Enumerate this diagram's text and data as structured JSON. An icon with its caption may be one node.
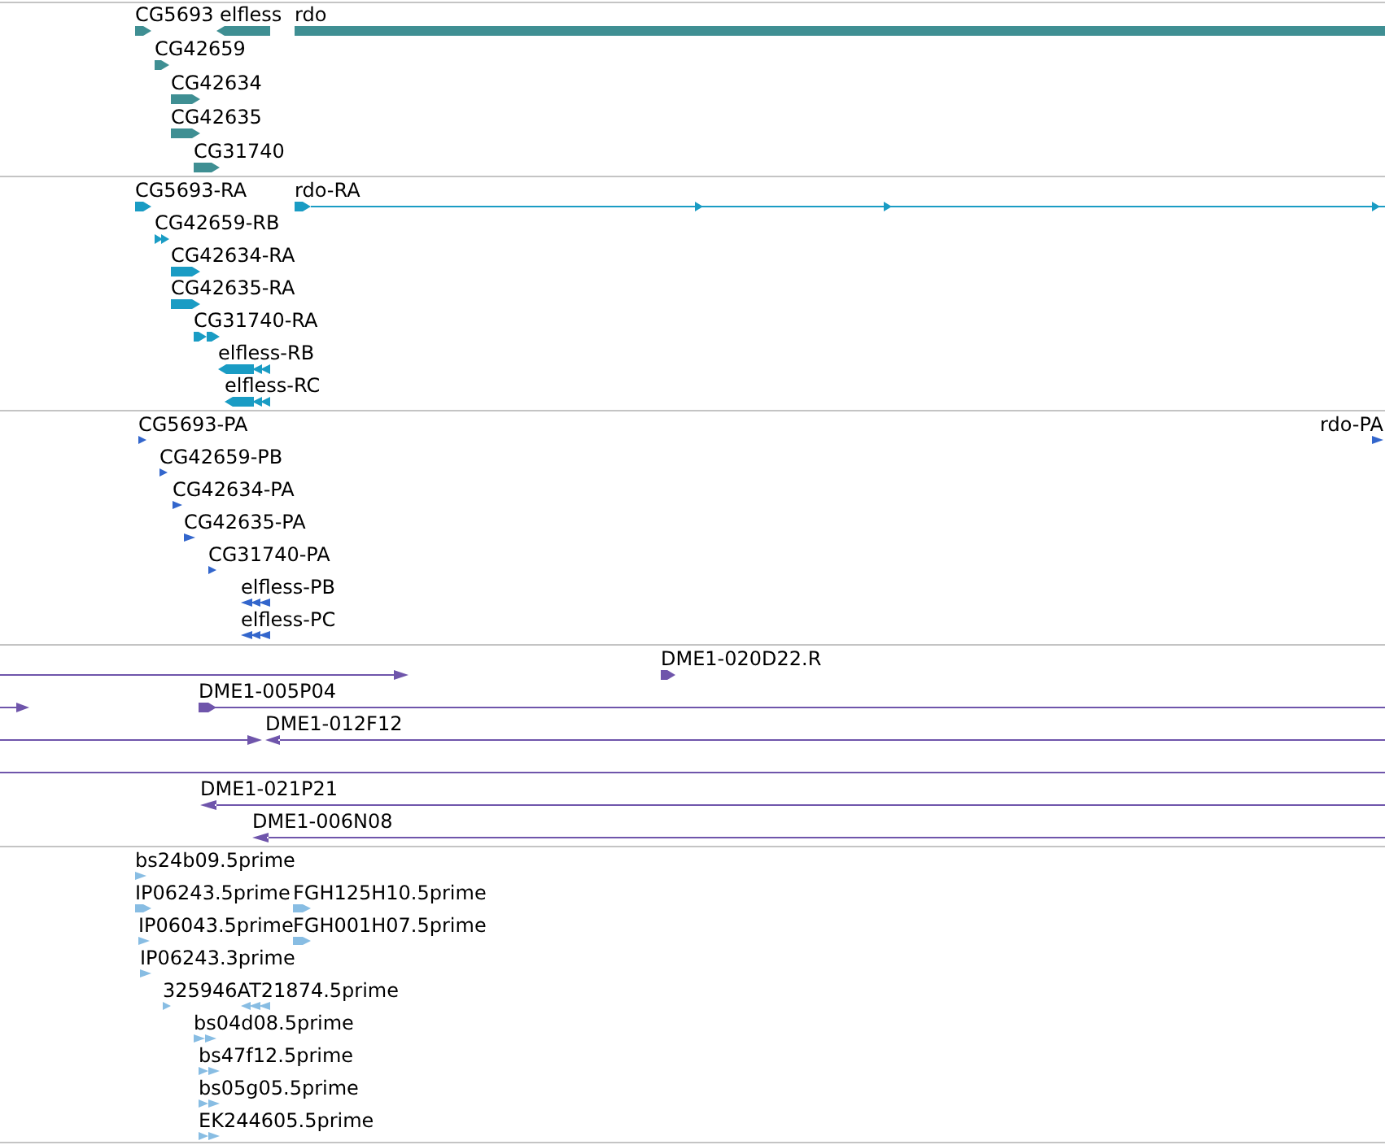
{
  "diagram": {
    "nodes": [
      {
        "text": [
          "CG5693"
        ]
      },
      {
        "text": [
          "elfless"
        ]
      },
      {
        "text": [
          "rdo"
        ]
      },
      {
        "text": [
          "CG42659"
        ]
      },
      {
        "text": [
          "CG42634"
        ]
      },
      {
        "text": [
          "CG42635"
        ]
      },
      {
        "text": [
          "CG31740"
        ]
      },
      {
        "text": [
          "CG5693-RA"
        ]
      },
      {
        "text": [
          "rdo-RA"
        ]
      },
      {
        "text": [
          "CG42659-RB"
        ]
      },
      {
        "text": [
          "CG42634-RA"
        ]
      },
      {
        "text": [
          "CG42635-RA"
        ]
      },
      {
        "text": [
          "CG31740-RA"
        ]
      },
      {
        "text": [
          "elfless-RB"
        ]
      },
      {
        "text": [
          "elfless-RC"
        ]
      },
      {
        "text": [
          "CG5693-PA"
        ]
      },
      {
        "text": [
          "rdo-PA"
        ]
      },
      {
        "text": [
          "CG42659-PB"
        ]
      },
      {
        "text": [
          "CG42634-PA"
        ]
      },
      {
        "text": [
          "CG42635-PA"
        ]
      },
      {
        "text": [
          "CG31740-PA"
        ]
      },
      {
        "text": [
          "elfless-PB"
        ]
      },
      {
        "text": [
          "elfless-PC"
        ]
      },
      {
        "text": [],
        "shape": "arrow"
      },
      {
        "text": [
          "DME1-020D22.R"
        ]
      },
      {
        "text": [],
        "shape": "arrow"
      },
      {
        "text": [
          "DME1-005P04"
        ]
      },
      {
        "text": [],
        "shape": "arrow"
      },
      {
        "text": [
          "DME1-012F12"
        ]
      },
      {
        "text": [],
        "shape": "arrow"
      },
      {
        "text": [
          "DME1-021P21"
        ]
      },
      {
        "text": [
          "DME1-006N08"
        ]
      },
      {
        "text": [
          "bs24b09.5prime"
        ]
      },
      {
        "text": [
          "IP06243.5prime"
        ]
      },
      {
        "text": [
          "FGH125H10.5prime"
        ]
      },
      {
        "text": [
          "IP06043.5prime"
        ]
      },
      {
        "text": [
          "FGH001H07.5prime"
        ]
      },
      {
        "text": [
          "IP06243.3prime"
        ]
      },
      {
        "text": [
          "325946AT21874.5prime"
        ]
      },
      {
        "text": [],
        "shape": "arrow"
      },
      {
        "text": [
          "bs04d08.5prime"
        ]
      },
      {
        "text": [
          "bs47f12.5prime"
        ]
      },
      {
        "text": [
          "bs05g05.5prime"
        ]
      },
      {
        "text": [
          "EK244605.5prime"
        ]
      }
    ]
  }
}
